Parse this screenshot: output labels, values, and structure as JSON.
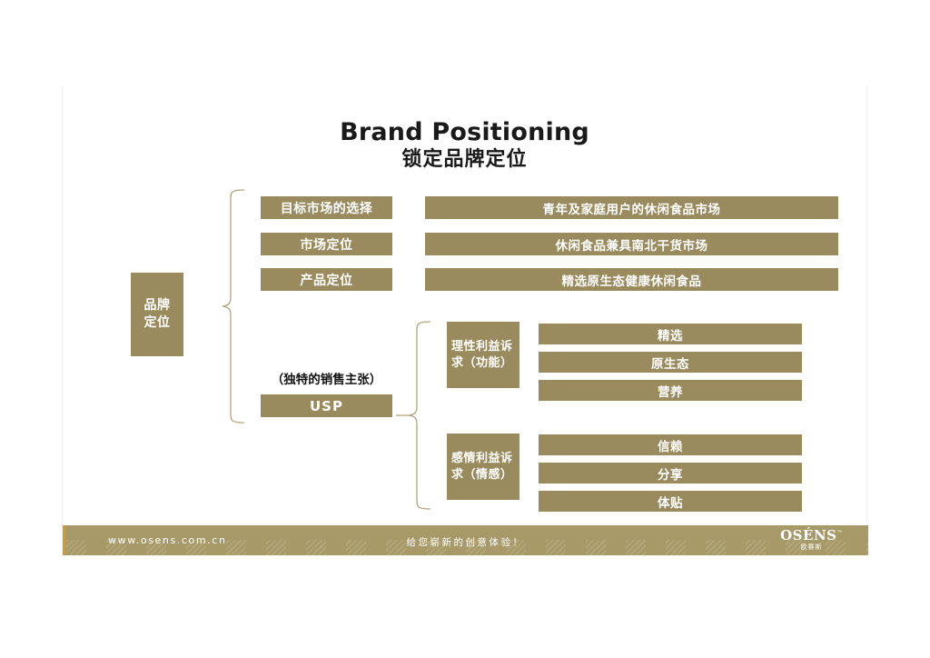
{
  "slide": {
    "title_en": "Brand Positioning",
    "title_cn": "锁定品牌定位",
    "root_label_line1": "品牌",
    "root_label_line2": "定位"
  },
  "colors": {
    "box_gold": "#9a8b5e",
    "footer_gold": "#a89a68",
    "footer_accent": "#d79a2b",
    "text_dark": "#1a1a1a",
    "box_text": "#ffffff"
  },
  "rows": [
    {
      "label": "目标市场的选择",
      "description": "青年及家庭用户的休闲食品市场"
    },
    {
      "label": "市场定位",
      "description": "休闲食品兼具南北干货市场"
    },
    {
      "label": "产品定位",
      "description": "精选原生态健康休闲食品"
    }
  ],
  "usp": {
    "caption": "（独特的销售主张）",
    "label": "USP",
    "groups": [
      {
        "label": "理性利益诉求（功能）",
        "items": [
          "精选",
          "原生态",
          "营养"
        ]
      },
      {
        "label": "感情利益诉求（情感）",
        "items": [
          "信赖",
          "分享",
          "体贴"
        ]
      }
    ]
  },
  "footer": {
    "url": "www.osens.com.cn",
    "slogan": "给您崭新的创意体验！",
    "logo_mark": "OSÉNS",
    "logo_tm": "™",
    "logo_sub": "欧赛斯"
  }
}
